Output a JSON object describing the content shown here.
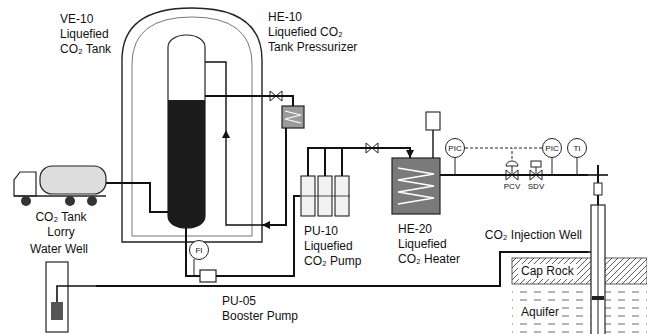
{
  "diagram": {
    "nodes": [
      {
        "text": [
          "VE-10",
          "Liquefied CO₂ Tank"
        ]
      },
      {
        "text": [
          "HE-10",
          "Liquefied CO₂ Tank Pressurizer"
        ]
      },
      {
        "text": [
          "CO₂ Tank Lorry"
        ]
      },
      {
        "text": [
          "Water Well"
        ]
      },
      {
        "text": [
          "FI"
        ]
      },
      {
        "text": [
          "PU-10",
          "Liquefied CO₂ Pump"
        ]
      },
      {
        "text": [
          "PU-05",
          "Booster Pump"
        ]
      },
      {
        "text": [
          "HE-20",
          "Liquefied CO₂ Heater"
        ]
      },
      {
        "text": [
          "PIC"
        ]
      },
      {
        "text": [
          "PIC"
        ]
      },
      {
        "text": [
          "TI"
        ]
      },
      {
        "text": [
          "CO₂ Injection Well"
        ]
      },
      {
        "text": [
          "Cap Rock"
        ]
      },
      {
        "text": [
          "Aquifer"
        ]
      }
    ],
    "edges": [
      {
        "from": 2,
        "to": 0,
        "arrow": "none"
      },
      {
        "from": 0,
        "to": 1,
        "arrow": "none"
      },
      {
        "from": 1,
        "to": 0,
        "arrow": "to"
      },
      {
        "from": 0,
        "to": 6,
        "arrow": "none"
      },
      {
        "from": 6,
        "to": 5,
        "arrow": "none"
      },
      {
        "from": 5,
        "to": 7,
        "arrow": "to"
      },
      {
        "from": 7,
        "to": 11,
        "arrow": "none"
      },
      {
        "from": 3,
        "to": 11,
        "arrow": "none"
      }
    ],
    "labels": [
      "PCV",
      "SDV"
    ]
  }
}
